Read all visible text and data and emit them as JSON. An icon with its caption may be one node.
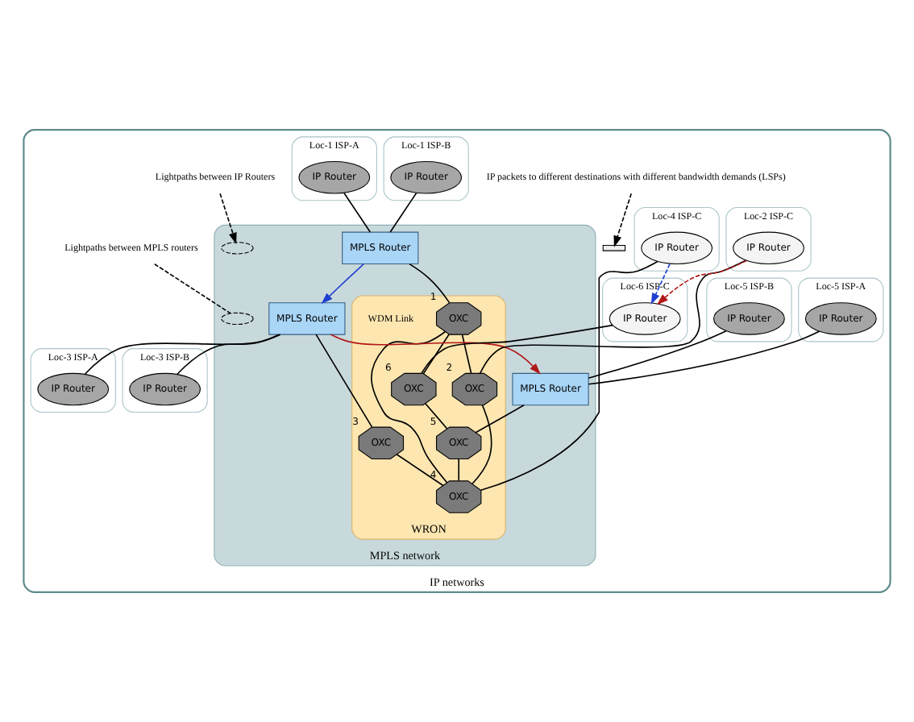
{
  "diagram": {
    "nodes": [
      {
        "text": [
          "IP networks"
        ]
      },
      {
        "text": [
          "MPLS network"
        ],
        "in": 0
      },
      {
        "text": [
          "WRON"
        ],
        "in": 1
      },
      {
        "text": [
          "Loc-1 ISP-B"
        ],
        "in": 0
      },
      {
        "text": [
          "IP Router"
        ],
        "in": 3
      },
      {
        "text": [
          "Loc-1 ISP-A"
        ],
        "in": 0
      },
      {
        "text": [
          "IP Router"
        ],
        "in": 5
      },
      {
        "text": [
          "Loc-6 ISP-C"
        ],
        "in": 0
      },
      {
        "text": [
          "IP Router"
        ],
        "in": 7
      },
      {
        "text": [
          "Loc-5 ISP-A"
        ],
        "in": 0
      },
      {
        "text": [
          "IP Router"
        ],
        "in": 9
      },
      {
        "text": [
          "Loc-5 ISP-B"
        ],
        "in": 0
      },
      {
        "text": [
          "IP Router"
        ],
        "in": 11
      },
      {
        "text": [
          "MPLS Router"
        ],
        "in": 1
      },
      {
        "text": [
          "MPLS Router"
        ],
        "in": 1
      },
      {
        "text": [
          "OXC"
        ],
        "beside": [
          "1"
        ],
        "in": 2
      },
      {
        "text": [
          "OXC"
        ],
        "beside": [
          "6"
        ],
        "in": 2
      },
      {
        "text": [
          "OXC"
        ],
        "beside": [
          "5"
        ],
        "in": 2
      },
      {
        "text": [
          "OXC"
        ],
        "beside": [
          "2"
        ],
        "in": 2
      },
      {
        "text": [
          "OXC"
        ],
        "beside": [
          "3"
        ],
        "in": 2
      },
      {
        "text": [
          "OXC"
        ],
        "beside": [
          "4"
        ],
        "in": 2
      },
      {
        "text": [
          "Loc-2 ISP-C"
        ],
        "in": 0
      },
      {
        "text": [
          "IP Router"
        ],
        "in": 21
      },
      {
        "text": [
          "Loc-4 ISP-C"
        ],
        "in": 0
      },
      {
        "text": [
          "IP Router"
        ],
        "in": 23
      },
      {
        "text": [
          "MPLS Router"
        ],
        "in": 1
      },
      {
        "text": [
          "Loc-3 ISP-A"
        ],
        "in": 0
      },
      {
        "text": [
          "IP Router"
        ],
        "in": 26
      },
      {
        "text": [
          "Loc-3 ISP-B"
        ],
        "in": 0
      },
      {
        "text": [
          "IP Router"
        ],
        "in": 28
      },
      {
        "text": [
          "Lightpaths between IP Routers"
        ],
        "in": 0
      },
      {
        "text": [],
        "shape": "ellipse",
        "in": 1
      },
      {
        "text": [
          "IP packets to different destinations with different bandwidth demands (LSPs)"
        ],
        "in": 0
      },
      {
        "text": [],
        "shape": "bar",
        "in": 0
      },
      {
        "text": [
          "Lightpaths between MPLS routers"
        ],
        "in": 0
      },
      {
        "text": [],
        "shape": "ellipse",
        "in": 1
      }
    ],
    "edges": [
      {
        "from": 4,
        "to": 13,
        "arrow": "none"
      },
      {
        "from": 6,
        "to": 13,
        "arrow": "none"
      },
      {
        "from": 13,
        "to": 15,
        "arrow": "none"
      },
      {
        "from": 8,
        "to": 16,
        "arrow": "none"
      },
      {
        "from": 10,
        "to": 14,
        "arrow": "none"
      },
      {
        "from": 12,
        "to": 14,
        "arrow": "none"
      },
      {
        "from": 14,
        "to": 17,
        "arrow": "none"
      },
      {
        "from": 22,
        "to": 18,
        "arrow": "none"
      },
      {
        "from": 24,
        "to": 20,
        "arrow": "none"
      },
      {
        "from": 25,
        "to": 27,
        "arrow": "none"
      },
      {
        "from": 25,
        "to": 29,
        "arrow": "none"
      },
      {
        "from": 19,
        "to": 25,
        "arrow": "none"
      },
      {
        "from": 15,
        "to": 16,
        "arrow": "none"
      },
      {
        "from": 15,
        "to": 18,
        "arrow": "none"
      },
      {
        "from": 16,
        "to": 17,
        "arrow": "none"
      },
      {
        "from": 17,
        "to": 20,
        "arrow": "none"
      },
      {
        "from": 15,
        "to": 20,
        "arrow": "none"
      },
      {
        "from": 18,
        "to": 20,
        "arrow": "none"
      },
      {
        "from": 19,
        "to": 20,
        "arrow": "none"
      },
      {
        "from": 22,
        "to": 8,
        "arrow": "to",
        "style": "dashed",
        "color": "#b01818"
      },
      {
        "from": 24,
        "to": 8,
        "arrow": "to",
        "style": "dashed",
        "color": "#1f3fd0"
      },
      {
        "from": 13,
        "to": 25,
        "arrow": "to",
        "color": "#1f3fd0"
      },
      {
        "from": 25,
        "to": 14,
        "arrow": "to",
        "color": "#b01818"
      },
      {
        "from": 30,
        "to": 31,
        "arrow": "to",
        "style": "dashed"
      },
      {
        "from": 32,
        "to": 33,
        "arrow": "to",
        "style": "dashed"
      },
      {
        "from": 34,
        "to": 35,
        "arrow": "none",
        "style": "dashed"
      }
    ],
    "labels": [
      "WDM Link"
    ]
  }
}
